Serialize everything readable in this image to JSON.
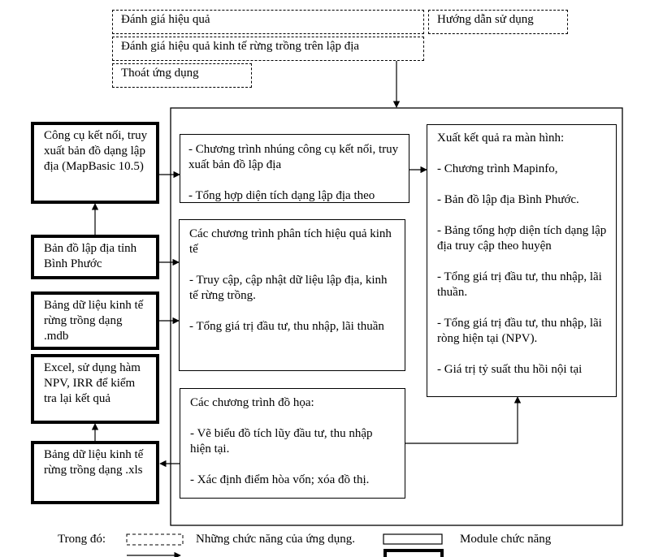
{
  "menu": {
    "evaluate": "Đánh giá hiệu quả",
    "guide": "Hướng dẫn sử dụng",
    "evaluate_forest": "Đánh giá hiệu quả kinh tế rừng trồng trên lập địa",
    "exit": "Thoát ứng dụng"
  },
  "left": {
    "connect_tool": "Công cụ kết nối, truy xuất bản đồ dạng lập địa (MapBasic 10.5)",
    "map": "Bản đồ lập địa tỉnh Bình Phước",
    "mdb": "Bảng dữ liệu kinh tế rừng trồng dạng .mdb",
    "excel": "Excel, sử dụng hàm NPV, IRR để kiểm tra lại kết quả",
    "xls": "Bảng dữ liệu kinh tế rừng trồng dạng .xls"
  },
  "middle": {
    "embed": [
      "- Chương trình nhúng công cụ kết nối, truy xuất bản đồ lập địa",
      "- Tổng hợp diện tích dạng lập địa theo"
    ],
    "analysis": [
      "Các chương trình phân tích hiệu quả kinh tế",
      "- Truy cập, cập nhật dữ liệu lập địa, kinh tế rừng trồng.",
      "- Tổng giá trị đầu tư, thu nhập, lãi thuần"
    ],
    "graphics": [
      "Các chương trình đồ họa:",
      "- Vẽ biểu đồ tích lũy đầu tư, thu nhập hiện tại.",
      "- Xác định điểm hòa vốn; xóa đồ thị."
    ]
  },
  "output": [
    "Xuất kết quả ra màn hình:",
    "- Chương trình Mapinfo,",
    "- Bản đồ lập địa Bình Phước.",
    "- Bảng tổng hợp diện tích dạng lập địa truy cập theo huyện",
    "- Tổng giá trị đầu tư, thu nhập, lãi thuần.",
    "- Tổng giá trị đầu tư, thu nhập, lãi ròng hiện tại (NPV).",
    "- Giá trị tỷ suất thu hồi nội tại"
  ],
  "legend": {
    "label": "Trong đó:",
    "dashed_desc": "Những chức năng của ứng dụng.",
    "module_desc": "Module chức năng"
  }
}
